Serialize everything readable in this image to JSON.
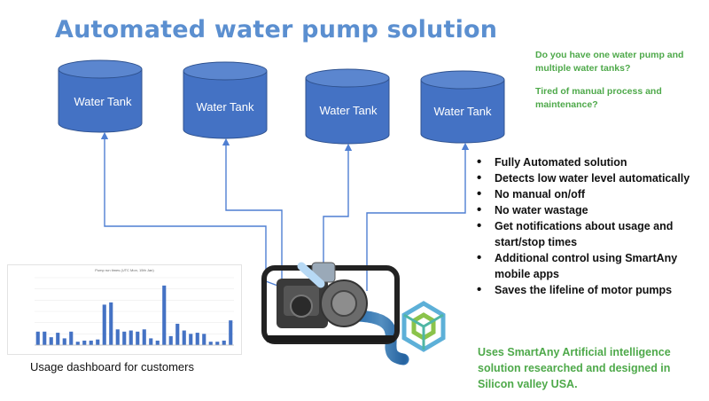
{
  "title": "Automated water pump solution",
  "side_questions": [
    "Do you have one water pump and multiple water tanks?",
    "Tired of manual process and maintenance?"
  ],
  "tanks": [
    {
      "label": "Water Tank"
    },
    {
      "label": "Water Tank"
    },
    {
      "label": "Water Tank"
    },
    {
      "label": "Water Tank"
    }
  ],
  "features": [
    "Fully Automated solution",
    "Detects low water level automatically",
    "No manual on/off",
    "No water wastage",
    "Get notifications about usage and start/stop times",
    "Additional control using SmartAny mobile apps",
    "Saves the lifeline of motor pumps"
  ],
  "dashboard": {
    "caption": "Usage dashboard for customers",
    "chart_data": {
      "type": "bar",
      "title": "Pump run times (UTC Mon, 15th Jan)",
      "values": [
        1.2,
        1.2,
        0.7,
        1.1,
        0.6,
        1.2,
        0.3,
        0.4,
        0.4,
        0.5,
        3.6,
        3.8,
        1.4,
        1.2,
        1.3,
        1.2,
        1.4,
        0.6,
        0.4,
        5.3,
        0.8,
        1.9,
        1.3,
        1.0,
        1.1,
        1.0,
        0.3,
        0.3,
        0.4,
        2.2
      ],
      "ylim": [
        0,
        6
      ]
    }
  },
  "tagline": "Uses SmartAny Artificial intelligence solution researched and designed in Silicon valley USA.",
  "colors": {
    "title": "#5b8fd0",
    "tank_fill": "#4472c4",
    "tank_stroke": "#2f528f",
    "pipe": "#4f7fd2",
    "green": "#4ea94a",
    "bar": "#4472c4"
  }
}
